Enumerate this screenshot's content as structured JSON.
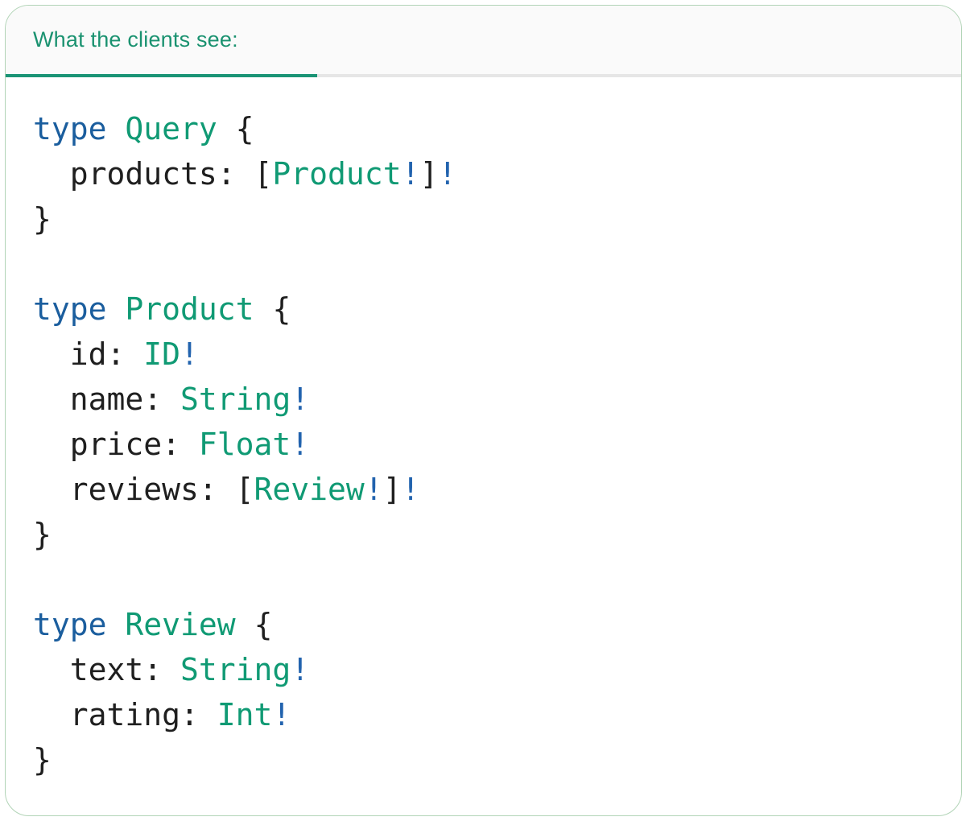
{
  "panel": {
    "tab": {
      "label": "What the clients see:",
      "active": true
    }
  },
  "colors": {
    "tab_text": "#1a9270",
    "tab_underline": "#1a9475",
    "header_bg": "#fafafa",
    "divider_gray": "#e6e6e6",
    "panel_border_green": "#b2d4b7",
    "keyword_blue": "#1b5e9e",
    "type_name_teal": "#109a74",
    "non_null_bang_blue": "#2263ae",
    "plain_text": "#1f1f1f"
  },
  "code": {
    "language": "graphql",
    "lines": [
      [
        {
          "t": "type",
          "c": "kw"
        },
        {
          "t": " ",
          "c": "pl"
        },
        {
          "t": "Query",
          "c": "ty"
        },
        {
          "t": " {",
          "c": "pl"
        }
      ],
      [
        {
          "t": "  products: [",
          "c": "pl"
        },
        {
          "t": "Product",
          "c": "ty"
        },
        {
          "t": "!",
          "c": "bang"
        },
        {
          "t": "]",
          "c": "pl"
        },
        {
          "t": "!",
          "c": "bang"
        }
      ],
      [
        {
          "t": "}",
          "c": "pl"
        }
      ],
      [],
      [
        {
          "t": "type",
          "c": "kw"
        },
        {
          "t": " ",
          "c": "pl"
        },
        {
          "t": "Product",
          "c": "ty"
        },
        {
          "t": " {",
          "c": "pl"
        }
      ],
      [
        {
          "t": "  id: ",
          "c": "pl"
        },
        {
          "t": "ID",
          "c": "ty"
        },
        {
          "t": "!",
          "c": "bang"
        }
      ],
      [
        {
          "t": "  name: ",
          "c": "pl"
        },
        {
          "t": "String",
          "c": "ty"
        },
        {
          "t": "!",
          "c": "bang"
        }
      ],
      [
        {
          "t": "  price: ",
          "c": "pl"
        },
        {
          "t": "Float",
          "c": "ty"
        },
        {
          "t": "!",
          "c": "bang"
        }
      ],
      [
        {
          "t": "  reviews: [",
          "c": "pl"
        },
        {
          "t": "Review",
          "c": "ty"
        },
        {
          "t": "!",
          "c": "bang"
        },
        {
          "t": "]",
          "c": "pl"
        },
        {
          "t": "!",
          "c": "bang"
        }
      ],
      [
        {
          "t": "}",
          "c": "pl"
        }
      ],
      [],
      [
        {
          "t": "type",
          "c": "kw"
        },
        {
          "t": " ",
          "c": "pl"
        },
        {
          "t": "Review",
          "c": "ty"
        },
        {
          "t": " {",
          "c": "pl"
        }
      ],
      [
        {
          "t": "  text: ",
          "c": "pl"
        },
        {
          "t": "String",
          "c": "ty"
        },
        {
          "t": "!",
          "c": "bang"
        }
      ],
      [
        {
          "t": "  rating: ",
          "c": "pl"
        },
        {
          "t": "Int",
          "c": "ty"
        },
        {
          "t": "!",
          "c": "bang"
        }
      ],
      [
        {
          "t": "}",
          "c": "pl"
        }
      ]
    ]
  }
}
